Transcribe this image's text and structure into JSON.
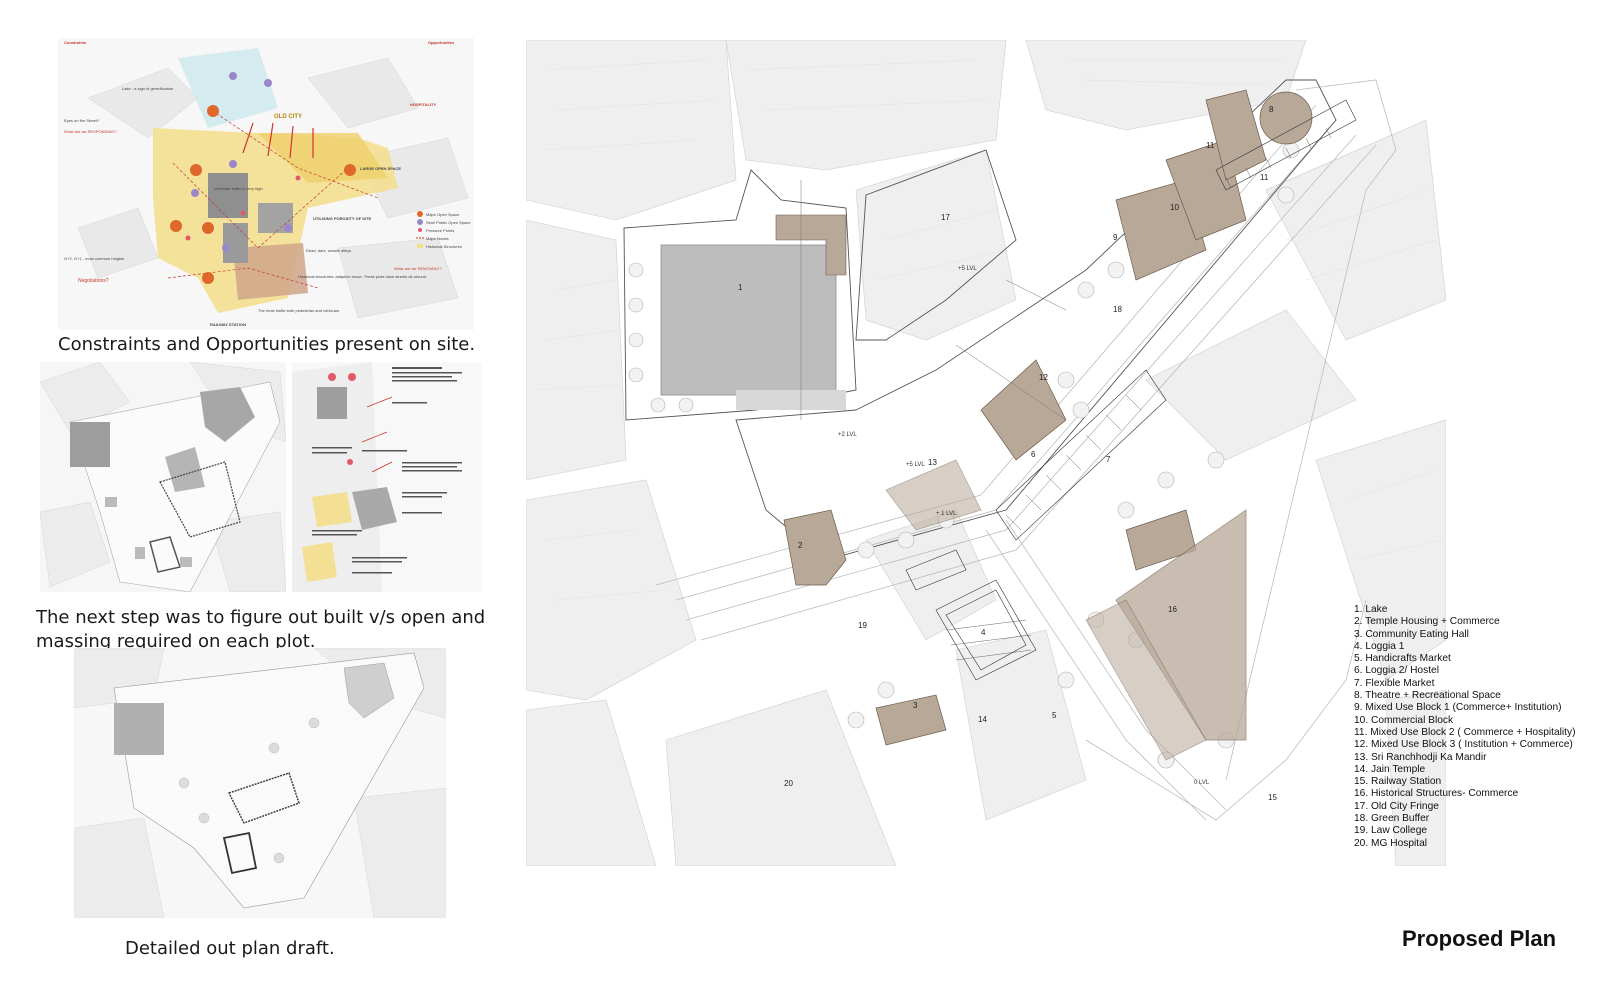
{
  "captions": {
    "constraints": "Constraints and Opportunities present on site.",
    "next_step_line1": "The next step was to figure out built v/s open and",
    "next_step_line2": "massing required on each plot.",
    "draft": "Detailed out plan draft."
  },
  "title": "Proposed Plan",
  "legend": [
    "1. Lake",
    "2. Temple Housing + Commerce",
    "3. Community Eating Hall",
    "4. Loggia 1",
    "5. Handicrafts Market",
    "6. Loggia 2/ Hostel",
    "7. Flexible Market",
    "8. Theatre + Recreational Space",
    "9. Mixed Use Block 1 (Commerce+ Institution)",
    "10. Commercial Block",
    "11. Mixed Use Block 2 ( Commerce + Hospitality)",
    "12. Mixed Use Block 3 ( Institution + Commerce)",
    "13. Sri Ranchhodji Ka Mandir",
    "14. Jain Temple",
    "15. Railway Station",
    "16. Historical Structures- Commerce",
    "17. Old City Fringe",
    "18. Green Buffer",
    "19. Law College",
    "20. MG Hospital"
  ],
  "diagram_labels": {
    "old_city": "OLD CITY",
    "large_open_space": "LARGE OPEN SPACE",
    "utilising_porosity": "UTILISING POROSITY OF SITE",
    "hospitality": "HOSPITALITY",
    "railway_station": "RAILWAY STATION",
    "constraints": "Constraints",
    "opportunities": "Opportunities",
    "lake_gentrification": "Lake - a sign of gentrification",
    "eyes_on_street": "Eyes on the Street?",
    "what_we_respond": "What are we RESPONDING?",
    "what_we_removing": "What are we REMOVING?",
    "negotiations": "Negotiations?",
    "g_plus": "G+2, G+1 - most common heights",
    "dead_dark": "Dead, dark, unsafe alleys",
    "historical_adaptive": "Historical structures: adaptive reuse. These plots have streets all around.",
    "most_traffic": "The most traffic both pedestrian and vehicular",
    "vehicular": "Vehicular traffic is very high",
    "legend_major_open": "Major Open Space",
    "legend_semi_public": "Semi Public Open Space",
    "legend_pressure": "Pressure Points",
    "legend_major_nodes": "Major Nodes",
    "legend_historical": "Historical Structures"
  },
  "plan_labels": {
    "plots": [
      "1",
      "2",
      "3",
      "4",
      "5",
      "6",
      "7",
      "8",
      "9",
      "10",
      "11",
      "11",
      "12",
      "13",
      "14",
      "15",
      "16",
      "17",
      "18",
      "19",
      "20"
    ],
    "lvl_plus5": "+5 LVL",
    "lvl_plus2": "+2 LVL",
    "lvl_plus1": "+ 1 LVL",
    "lvl_0": "0 LVL",
    "lvl_plus5b": "+5 LVL"
  },
  "colors": {
    "built_tan": "#b8a898",
    "built_tan_dark": "#a89382",
    "lake_grey": "#bdbdbd",
    "context_grey": "#e6e6e6",
    "yellow_zone": "#f3de8a",
    "brown_zone": "#cfa48a",
    "orange_dot": "#e0672c",
    "purple_dot": "#9b86c9",
    "pink_dot": "#e25a6a",
    "teal_area": "#cfe9ee"
  }
}
